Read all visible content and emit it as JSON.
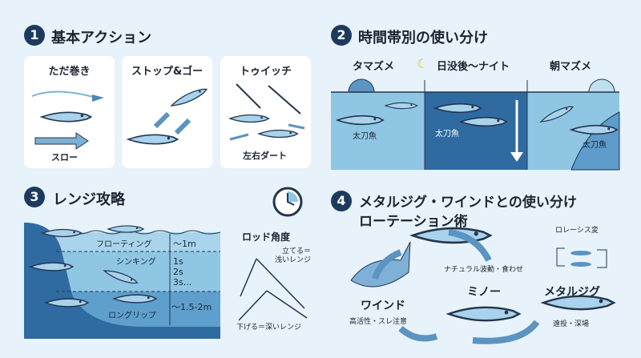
{
  "section1": {
    "number": "1",
    "title": "基本アクション",
    "cards": [
      {
        "title": "ただ巻き",
        "caption": "スロー"
      },
      {
        "title": "ストップ&ゴー",
        "caption": ""
      },
      {
        "title": "トゥイッチ",
        "caption": "左右ダート"
      }
    ]
  },
  "section2": {
    "number": "2",
    "title": "時間帯別の使い分け",
    "periods": [
      {
        "label": "タマズメ",
        "fish": "太刀魚"
      },
      {
        "label": "日没後〜ナイト",
        "fish": "太刀魚"
      },
      {
        "label": "朝マズメ",
        "fish": "太刀魚"
      }
    ]
  },
  "section3": {
    "number": "3",
    "title": "レンジ攻略",
    "layers": [
      {
        "lure": "フローティング",
        "depth": "〜1m"
      },
      {
        "lure": "シンキング",
        "depth": "1s\n2s\n3s..."
      },
      {
        "lure": "ロングリップ",
        "depth": "〜1.5-2m"
      }
    ],
    "rod": {
      "title": "ロッド角度",
      "up": "立てる＝\n浅いレンジ",
      "down": "下げる＝深いレンジ"
    }
  },
  "section4": {
    "number": "4",
    "title_line1": "メタルジグ・ワインドとの使い分け",
    "title_line2": "ローテーション術",
    "natural": "ナチュラル波動・食わせ",
    "rotation": "ロレーシス変",
    "metaljig": {
      "name": "メタルジグ",
      "desc": "遠投・深場"
    },
    "minnow": {
      "name": "ミノー"
    },
    "wind": {
      "name": "ワインド",
      "desc": "高活性・スレ注意"
    }
  },
  "colors": {
    "navy": "#1d3a5e",
    "water_light": "#8fc6e4",
    "water_dark": "#2f6aa0",
    "bg": "#e7f2fa"
  }
}
